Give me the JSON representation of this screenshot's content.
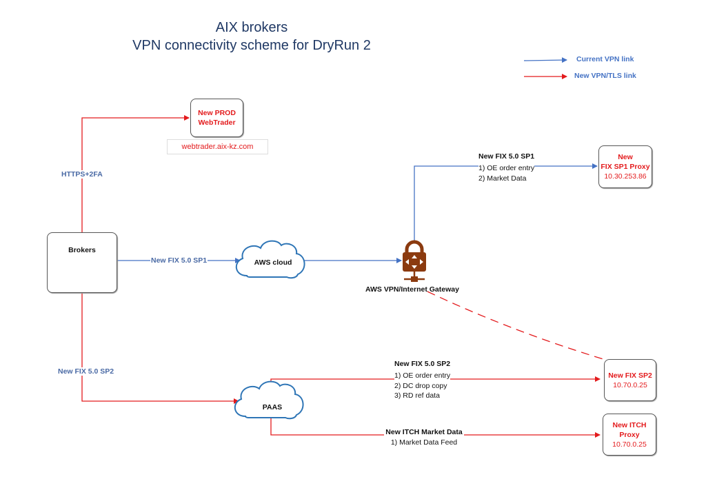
{
  "title": {
    "line1": "AIX brokers",
    "line2": "VPN connectivity scheme for DryRun 2"
  },
  "legend": {
    "items": [
      {
        "label": "Current VPN link",
        "color": "#4472c4"
      },
      {
        "label": "New VPN/TLS link",
        "color": "#e31a1c"
      }
    ]
  },
  "colors": {
    "current_link": "#4472c4",
    "new_link": "#e31a1c",
    "gateway_icon": "#8b3a0f",
    "cloud_outline": "#2e75b6"
  },
  "nodes": {
    "webtrader": {
      "line1": "New PROD",
      "line2": "WebTrader",
      "url": "webtrader.aix-kz.com"
    },
    "brokers": {
      "label": "Brokers",
      "icons": [
        "laptop-icon",
        "firewall-icon"
      ]
    },
    "aws_cloud": {
      "label": "AWS cloud"
    },
    "gateway": {
      "label": "AWS VPN/Internet Gateway",
      "icon": "vpn-gateway-lock-icon"
    },
    "fix_sp1_proxy": {
      "line1": "New",
      "line2": "FIX SP1 Proxy",
      "ip": "10.30.253.86"
    },
    "paas": {
      "label": "PAAS"
    },
    "fix_sp2": {
      "line1": "New FIX SP2",
      "ip": "10.70.0.25"
    },
    "itch_proxy": {
      "line1": "New ITCH",
      "line2": "Proxy",
      "ip": "10.70.0.25"
    }
  },
  "links": {
    "https": {
      "label": "HTTPS+2FA",
      "type": "new"
    },
    "fix_sp1_main": {
      "label": "New FIX 5.0 SP1",
      "type": "current"
    },
    "fix_sp1_proxy": {
      "title": "New FIX 5.0 SP1",
      "items": [
        "1) OE order entry",
        "2) Market Data"
      ],
      "type": "current"
    },
    "fix_sp2_main": {
      "label": "New FIX 5.0 SP2",
      "type": "new"
    },
    "fix_sp2_proxy": {
      "title": "New FIX 5.0 SP2",
      "items": [
        "1) OE order entry",
        "2) DC drop copy",
        "3) RD ref data"
      ],
      "type": "new"
    },
    "itch": {
      "title": "New ITCH Market Data",
      "items": [
        "1) Market Data Feed"
      ],
      "type": "new"
    },
    "gateway_to_sp2": {
      "type": "new",
      "style": "dashed"
    }
  }
}
